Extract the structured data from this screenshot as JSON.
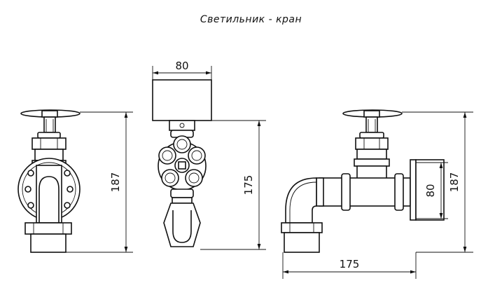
{
  "drawing": {
    "title": "Светильник - кран",
    "dimensions": {
      "front_width": "80",
      "left_height": "187",
      "front_height": "175",
      "right_plate": "80",
      "right_height": "187",
      "right_length": "175"
    }
  }
}
